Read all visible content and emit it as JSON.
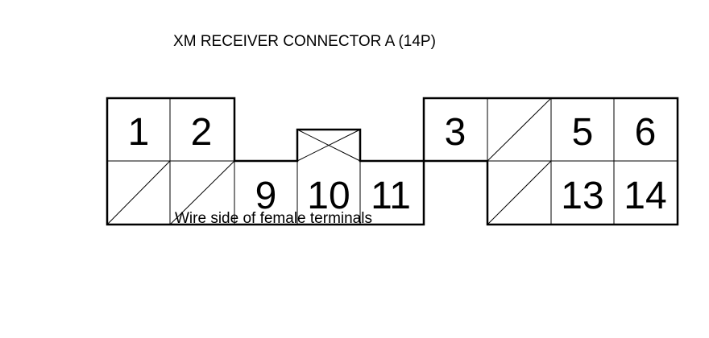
{
  "title": "XM RECEIVER CONNECTOR A (14P)",
  "note": "Wire side of female terminals",
  "pins": {
    "p1": "1",
    "p2": "2",
    "p3": "3",
    "p5": "5",
    "p6": "6",
    "p9": "9",
    "p10": "10",
    "p11": "11",
    "p13": "13",
    "p14": "14"
  }
}
